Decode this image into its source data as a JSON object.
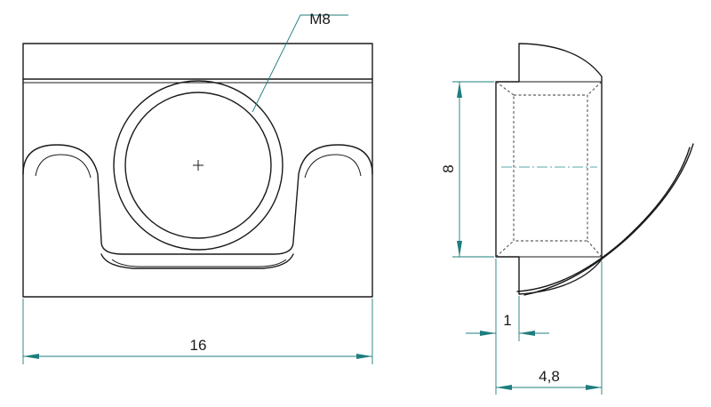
{
  "drawing": {
    "thread_label": "M8",
    "dims": {
      "width": "16",
      "height": "8",
      "step": "1",
      "depth": "4,8"
    }
  },
  "colors": {
    "outline": "#1a1a1a",
    "dimension": "#1f7d7d"
  }
}
